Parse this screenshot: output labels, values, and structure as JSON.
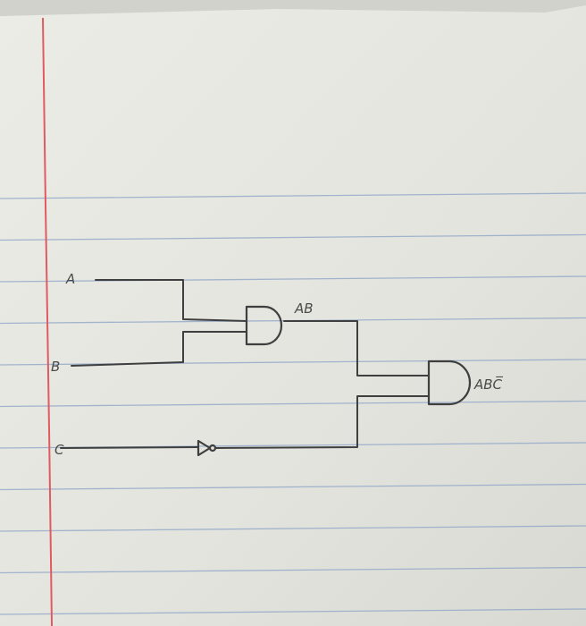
{
  "diagram": {
    "inputs": [
      {
        "id": "A",
        "label": "A"
      },
      {
        "id": "B",
        "label": "B"
      },
      {
        "id": "C",
        "label": "C"
      }
    ],
    "gates": [
      {
        "id": "not_c",
        "type": "NOT",
        "input": "C"
      },
      {
        "id": "and_ab",
        "type": "AND",
        "inputs": [
          "A",
          "B"
        ],
        "output_label": "AB"
      },
      {
        "id": "and_final",
        "type": "AND",
        "inputs": [
          "AB",
          "C_not"
        ],
        "output_label": "ABC̅"
      }
    ],
    "colors": {
      "paper": "#e9e9e3",
      "rule_line": "#8aa3c7",
      "margin_line": "#e05a62",
      "ink": "#3f3f3f"
    }
  }
}
